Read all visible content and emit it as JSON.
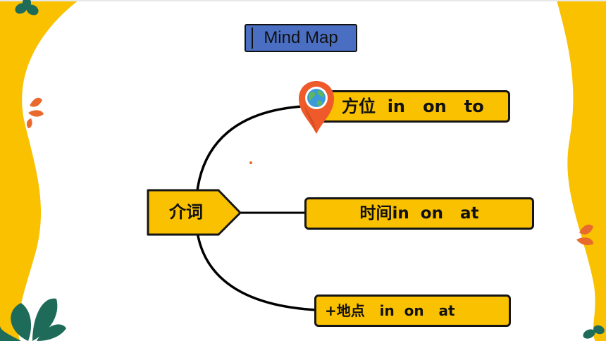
{
  "title": "Mind Map",
  "center": {
    "label": "介词"
  },
  "branches": [
    {
      "label": "方位  in   on   to"
    },
    {
      "label": "时间in  on   at"
    },
    {
      "label": "+地点   in  on   at"
    }
  ],
  "icons": {
    "pin": "location-pin-globe-icon"
  },
  "colors": {
    "yellow": "#f9c100",
    "title_blue": "#4a6fc2",
    "leaf_green": "#1e6b5a",
    "leaf_orange": "#e86a2c",
    "pin_orange": "#ef5a2a",
    "globe_blue": "#3c9ad8"
  }
}
